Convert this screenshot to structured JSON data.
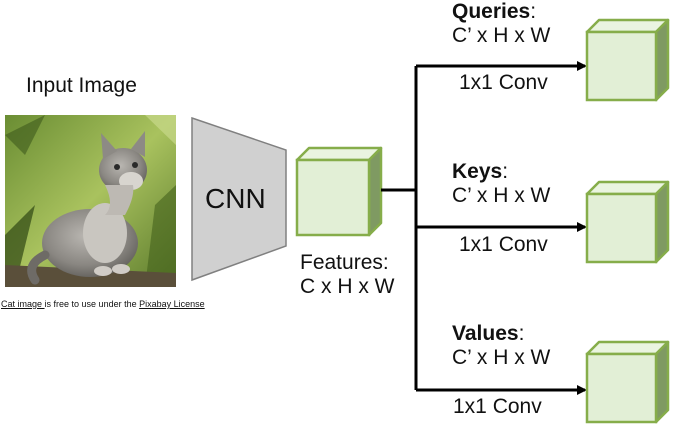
{
  "input": {
    "title": "Input Image"
  },
  "cnn": {
    "label": "CNN"
  },
  "features": {
    "title": "Features:",
    "dims": "C x H x W"
  },
  "branches": {
    "queries": {
      "name": "Queries",
      "colon": ":",
      "dims": "C’ x H x W",
      "conv": "1x1 Conv"
    },
    "keys": {
      "name": "Keys",
      "colon": ":",
      "dims": "C’ x H x W",
      "conv": "1x1 Conv"
    },
    "values": {
      "name": "Values",
      "colon": ":",
      "dims": "C’ x H x W",
      "conv": "1x1 Conv"
    }
  },
  "credit": {
    "link1": "Cat image ",
    "text": "is free to use under the ",
    "link2": "Pixabay License"
  },
  "colors": {
    "cube_fill": "#e2efd6",
    "cube_top": "#eaf4e0",
    "cube_side": "#7f9a62",
    "cube_stroke": "#86ad4a",
    "cnn_fill": "#d0d0d0",
    "cnn_stroke": "#808080",
    "arrow": "#000000"
  },
  "icons": {
    "photo": "cat-photo"
  }
}
